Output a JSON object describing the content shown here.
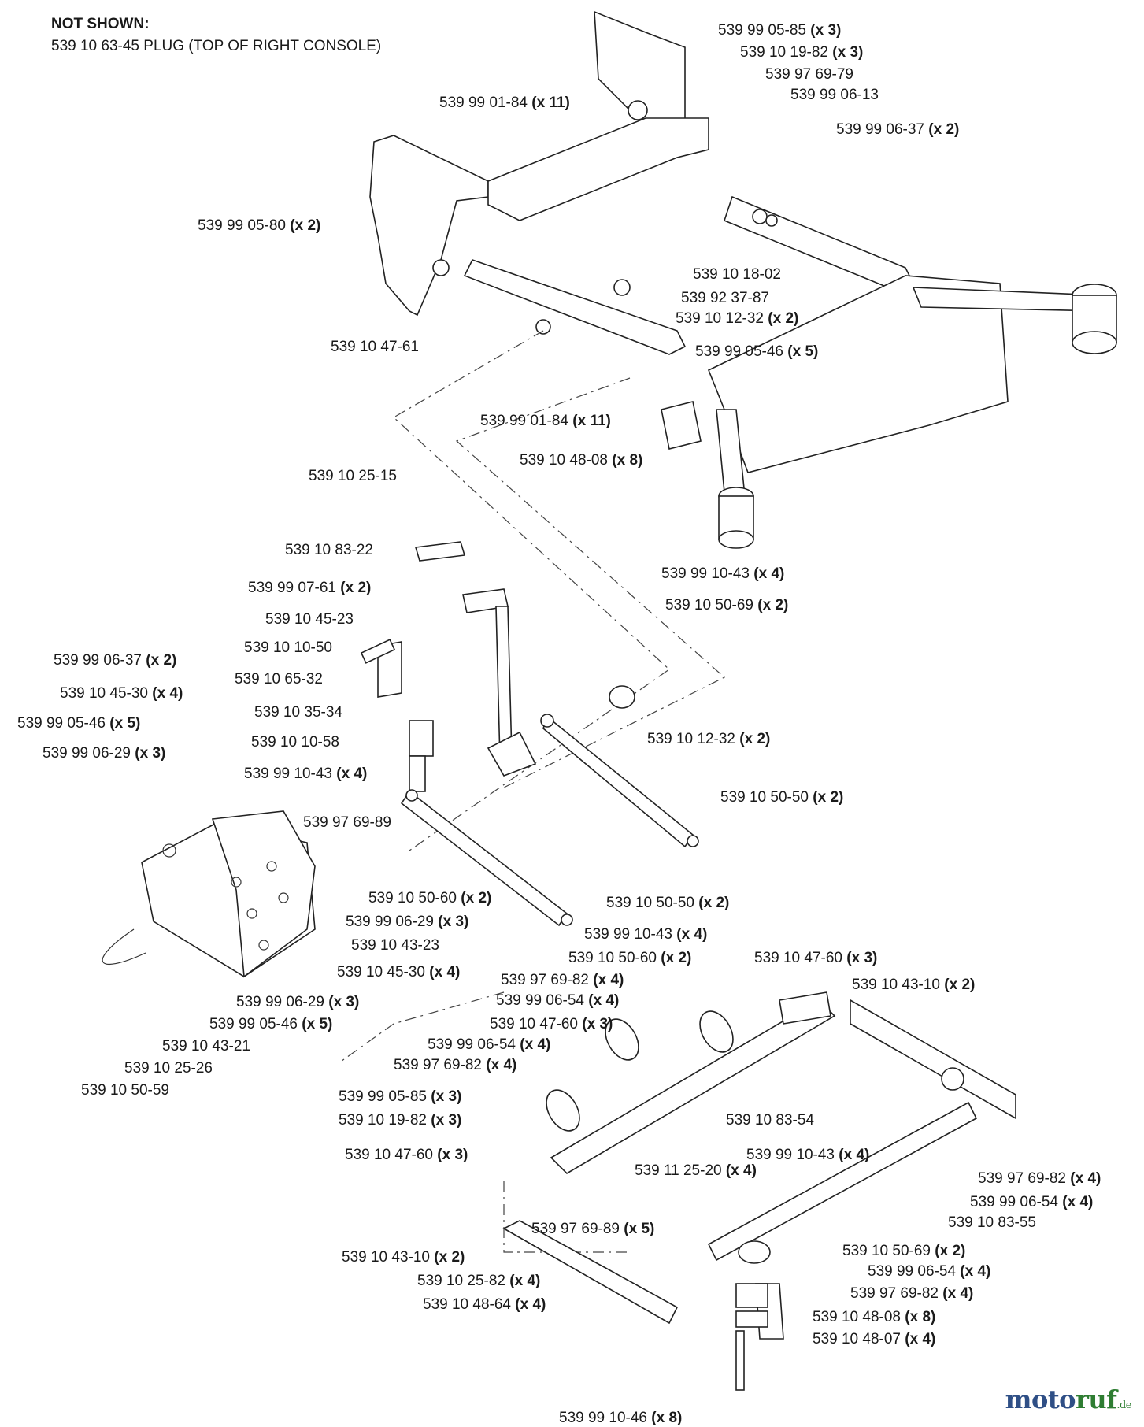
{
  "not_shown": {
    "title": "NOT SHOWN:",
    "text": "539 10 63-45  PLUG (TOP OF RIGHT CONSOLE)"
  },
  "labels": [
    {
      "part": "539 99 05-85",
      "qty": "(x 3)"
    },
    {
      "part": "539 10 19-82",
      "qty": "(x 3)"
    },
    {
      "part": "539 97 69-79",
      "qty": ""
    },
    {
      "part": "539 99 06-13",
      "qty": ""
    },
    {
      "part": "539 99 01-84",
      "qty": "(x 11)"
    },
    {
      "part": "539 99 06-37",
      "qty": "(x 2)"
    },
    {
      "part": "539 99 05-80",
      "qty": "(x 2)"
    },
    {
      "part": "539 10 18-02",
      "qty": ""
    },
    {
      "part": "539 92 37-87",
      "qty": ""
    },
    {
      "part": "539 10 12-32",
      "qty": "(x 2)"
    },
    {
      "part": "539 10 47-61",
      "qty": ""
    },
    {
      "part": "539 99 05-46",
      "qty": "(x 5)"
    },
    {
      "part": "539 99 01-84",
      "qty": "(x 11)"
    },
    {
      "part": "539 10 48-08",
      "qty": "(x 8)"
    },
    {
      "part": "539 10 25-15",
      "qty": ""
    },
    {
      "part": "539 10 83-22",
      "qty": ""
    },
    {
      "part": "539 99 07-61",
      "qty": "(x 2)"
    },
    {
      "part": "539 99 10-43",
      "qty": "(x 4)"
    },
    {
      "part": "539 10 50-69",
      "qty": "(x 2)"
    },
    {
      "part": "539 10 45-23",
      "qty": ""
    },
    {
      "part": "539 10 10-50",
      "qty": ""
    },
    {
      "part": "539 99 06-37",
      "qty": "(x 2)"
    },
    {
      "part": "539 10 65-32",
      "qty": ""
    },
    {
      "part": "539 10 45-30",
      "qty": "(x 4)"
    },
    {
      "part": "539 10 12-32",
      "qty": "(x 2)"
    },
    {
      "part": "539 10 35-34",
      "qty": ""
    },
    {
      "part": "539 99 05-46",
      "qty": "(x 5)"
    },
    {
      "part": "539 10 10-58",
      "qty": ""
    },
    {
      "part": "539 99 06-29",
      "qty": "(x 3)"
    },
    {
      "part": "539 99 10-43",
      "qty": "(x 4)"
    },
    {
      "part": "539 10 50-50",
      "qty": "(x 2)"
    },
    {
      "part": "539 97 69-89",
      "qty": ""
    },
    {
      "part": "539 10 50-60",
      "qty": "(x 2)"
    },
    {
      "part": "539 10 50-50",
      "qty": "(x 2)"
    },
    {
      "part": "539 99 06-29",
      "qty": "(x 3)"
    },
    {
      "part": "539 99 10-43",
      "qty": "(x 4)"
    },
    {
      "part": "539 10 43-23",
      "qty": ""
    },
    {
      "part": "539 10 50-60",
      "qty": "(x 2)"
    },
    {
      "part": "539 10 47-60",
      "qty": "(x 3)"
    },
    {
      "part": "539 10 45-30",
      "qty": "(x 4)"
    },
    {
      "part": "539 97 69-82",
      "qty": "(x 4)"
    },
    {
      "part": "539 10 43-10",
      "qty": "(x 2)"
    },
    {
      "part": "539 99 06-54",
      "qty": "(x 4)"
    },
    {
      "part": "539 99 06-29",
      "qty": "(x 3)"
    },
    {
      "part": "539 99 05-46",
      "qty": "(x 5)"
    },
    {
      "part": "539 10 47-60",
      "qty": "(x 3)"
    },
    {
      "part": "539 10 43-21",
      "qty": ""
    },
    {
      "part": "539 99 06-54",
      "qty": "(x 4)"
    },
    {
      "part": "539 10 25-26",
      "qty": ""
    },
    {
      "part": "539 97 69-82",
      "qty": "(x 4)"
    },
    {
      "part": "539 10 50-59",
      "qty": ""
    },
    {
      "part": "539 99 05-85",
      "qty": "(x 3)"
    },
    {
      "part": "539 10 83-54",
      "qty": ""
    },
    {
      "part": "539 10 19-82",
      "qty": "(x 3)"
    },
    {
      "part": "539 10 47-60",
      "qty": "(x 3)"
    },
    {
      "part": "539 99 10-43",
      "qty": "(x 4)"
    },
    {
      "part": "539 11 25-20",
      "qty": "(x 4)"
    },
    {
      "part": "539 97 69-82",
      "qty": "(x 4)"
    },
    {
      "part": "539 99 06-54",
      "qty": "(x 4)"
    },
    {
      "part": "539 10 83-55",
      "qty": ""
    },
    {
      "part": "539 97 69-89",
      "qty": "(x 5)"
    },
    {
      "part": "539 10 50-69",
      "qty": "(x 2)"
    },
    {
      "part": "539 10 43-10",
      "qty": "(x 2)"
    },
    {
      "part": "539 99 06-54",
      "qty": "(x 4)"
    },
    {
      "part": "539 10 25-82",
      "qty": "(x 4)"
    },
    {
      "part": "539 97 69-82",
      "qty": "(x 4)"
    },
    {
      "part": "539 10 48-64",
      "qty": "(x 4)"
    },
    {
      "part": "539 10 48-08",
      "qty": "(x 8)"
    },
    {
      "part": "539 10 48-07",
      "qty": "(x 4)"
    },
    {
      "part": "539 99 10-46",
      "qty": "(x 8)"
    }
  ],
  "watermark": {
    "a": "moto",
    "b": "ruf",
    "c": ".de"
  }
}
